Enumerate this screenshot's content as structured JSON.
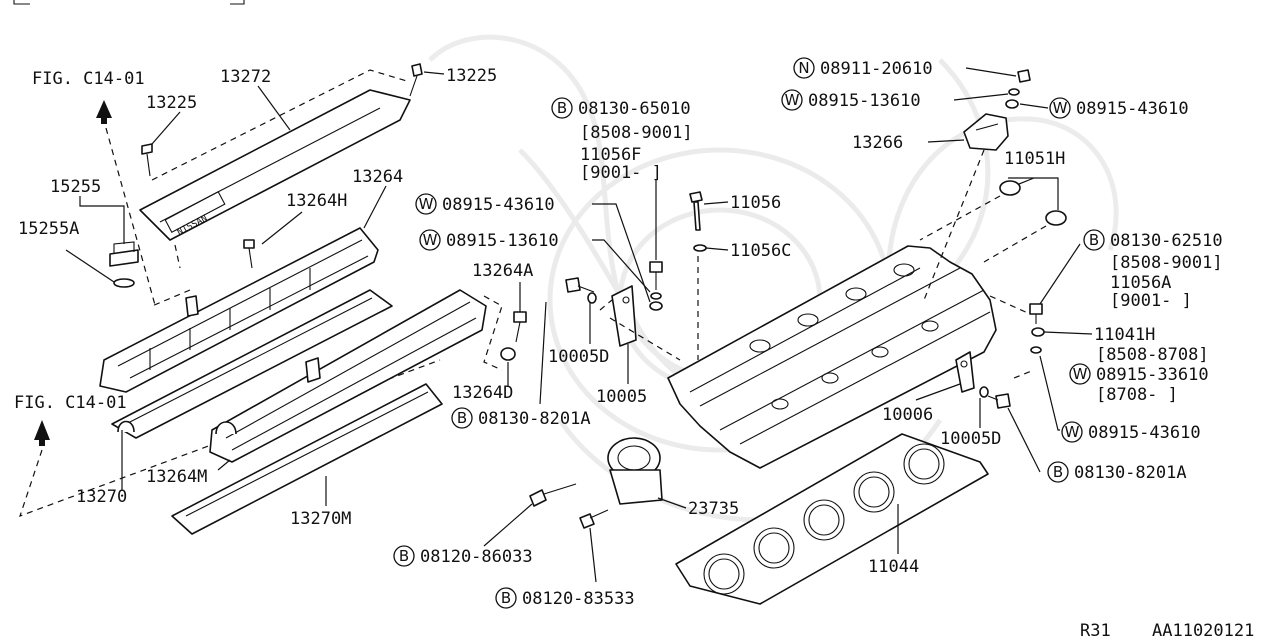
{
  "diagram": {
    "fig_refs": [
      "FIG. C14-01",
      "FIG. C14-01"
    ],
    "watermark_icon": "nissan-samurai-watermark-icon",
    "parts": {
      "p13272": "13272",
      "p13225_top": "13225",
      "p13225_left": "13225",
      "p15255": "15255",
      "p15255A": "15255A",
      "p13264": "13264",
      "p13264H": "13264H",
      "p13264A": "13264A",
      "p13264D": "13264D",
      "p13264M": "13264M",
      "p13270": "13270",
      "p13270M": "13270M",
      "p10005D_left": "10005D",
      "p10005": "10005",
      "p10006": "10006",
      "p10005D_right": "10005D",
      "p11056": "11056",
      "p11056C": "11056C",
      "p13266": "13266",
      "p11051H": "11051H",
      "p11041H": "11041H",
      "p23735": "23735",
      "p11044": "11044",
      "p11056F": "11056F",
      "p11056A": "11056A"
    },
    "codes": {
      "n_08911_20610": "08911-20610",
      "w_08915_13610_top": "08915-13610",
      "w_08915_43610_top": "08915-43610",
      "b_08130_65010": "08130-65010",
      "range_8508_9001_a": "[8508-9001]",
      "range_9001_a": "[9001-     ]",
      "w_08915_43610_mid": "08915-43610",
      "w_08915_13610_mid": "08915-13610",
      "b_08130_62510": "08130-62510",
      "range_8508_9001_b": "[8508-9001]",
      "range_9001_b": "[9001-     ]",
      "range_8508_8708": "[8508-8708]",
      "w_08915_33610": "08915-33610",
      "range_8708": "[8708-     ]",
      "w_08915_43610_low": "08915-43610",
      "b_08130_8201A_left": "08130-8201A",
      "b_08130_8201A_right": "08130-8201A",
      "b_08120_86033": "08120-86033",
      "b_08120_83533": "08120-83533"
    },
    "badges": {
      "n": "N",
      "w": "W",
      "b": "B"
    },
    "footer": {
      "model": "R31",
      "code": "AA11020121"
    }
  }
}
